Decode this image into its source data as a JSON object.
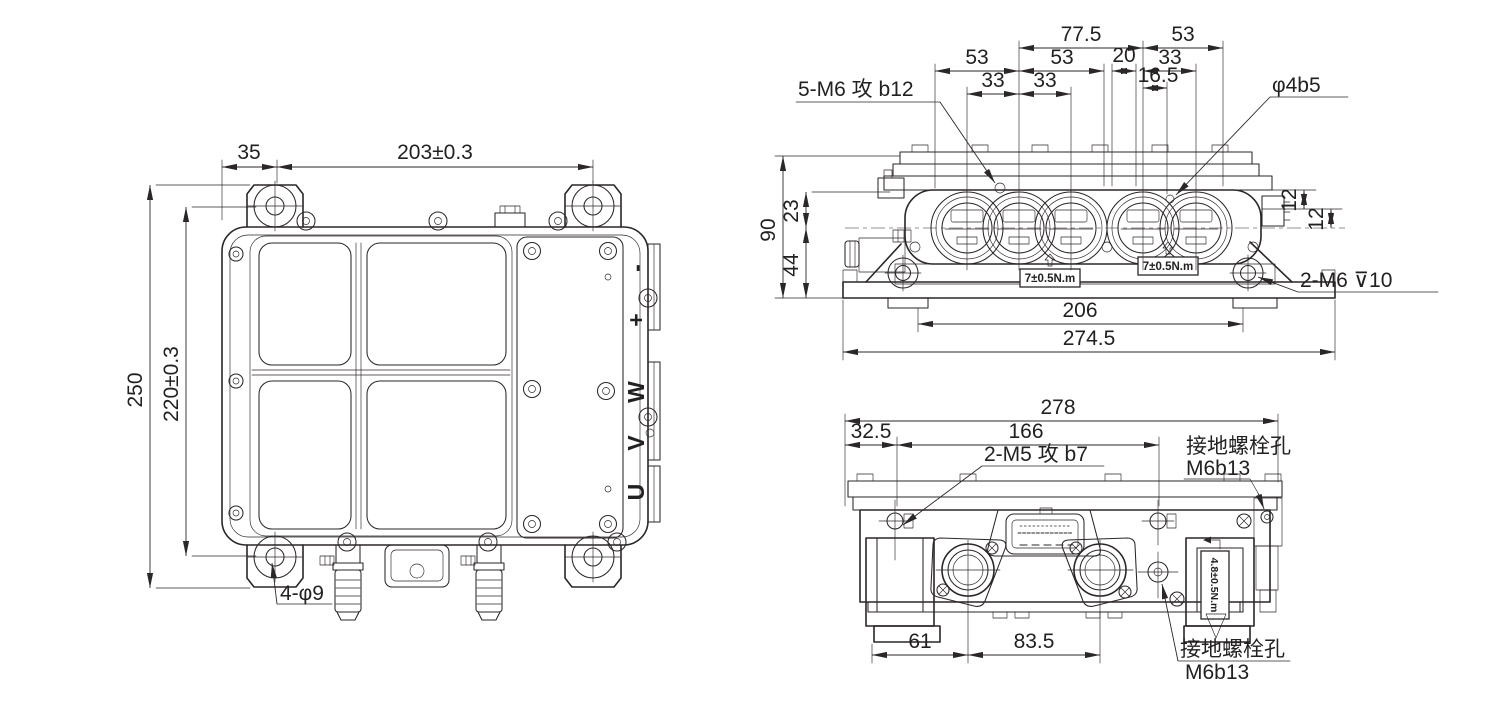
{
  "top_view": {
    "dims": {
      "edge_to_hole": "35",
      "hole_spacing_x": "203±0.3",
      "overall_height": "250",
      "hole_spacing_y": "220±0.3",
      "mount_holes": "4-φ9"
    },
    "terminals": {
      "t1": "-",
      "t2": "+",
      "t3": "W",
      "t4": "V",
      "t5": "U"
    }
  },
  "side_view": {
    "dims": {
      "d77_5": "77.5",
      "d53_top": "53",
      "d53_left": "53",
      "d53_mid": "53",
      "d20": "20",
      "d33_right": "33",
      "d33_a": "33",
      "d33_b": "33",
      "d16_5": "16.5",
      "d12_a": "12",
      "d12_b": "12",
      "height_total": "90",
      "d23": "23",
      "d44": "44",
      "base_span": "206",
      "overall_width": "274.5"
    },
    "labels": {
      "tapped_holes": "5-M6 攻 b12",
      "small_hole": "φ4b5",
      "mount_thread": "2-M6 ⊽10",
      "torque": "7±0.5N.m"
    }
  },
  "front_view": {
    "dims": {
      "overall_width": "278",
      "d32_5": "32.5",
      "d166": "166",
      "d61": "61",
      "d83_5": "83.5"
    },
    "labels": {
      "tapped_holes": "2-M5 攻 b7",
      "ground_line1": "接地螺栓孔",
      "ground_line2": "M6b13",
      "torque": "4.8±0.5N.m"
    }
  }
}
